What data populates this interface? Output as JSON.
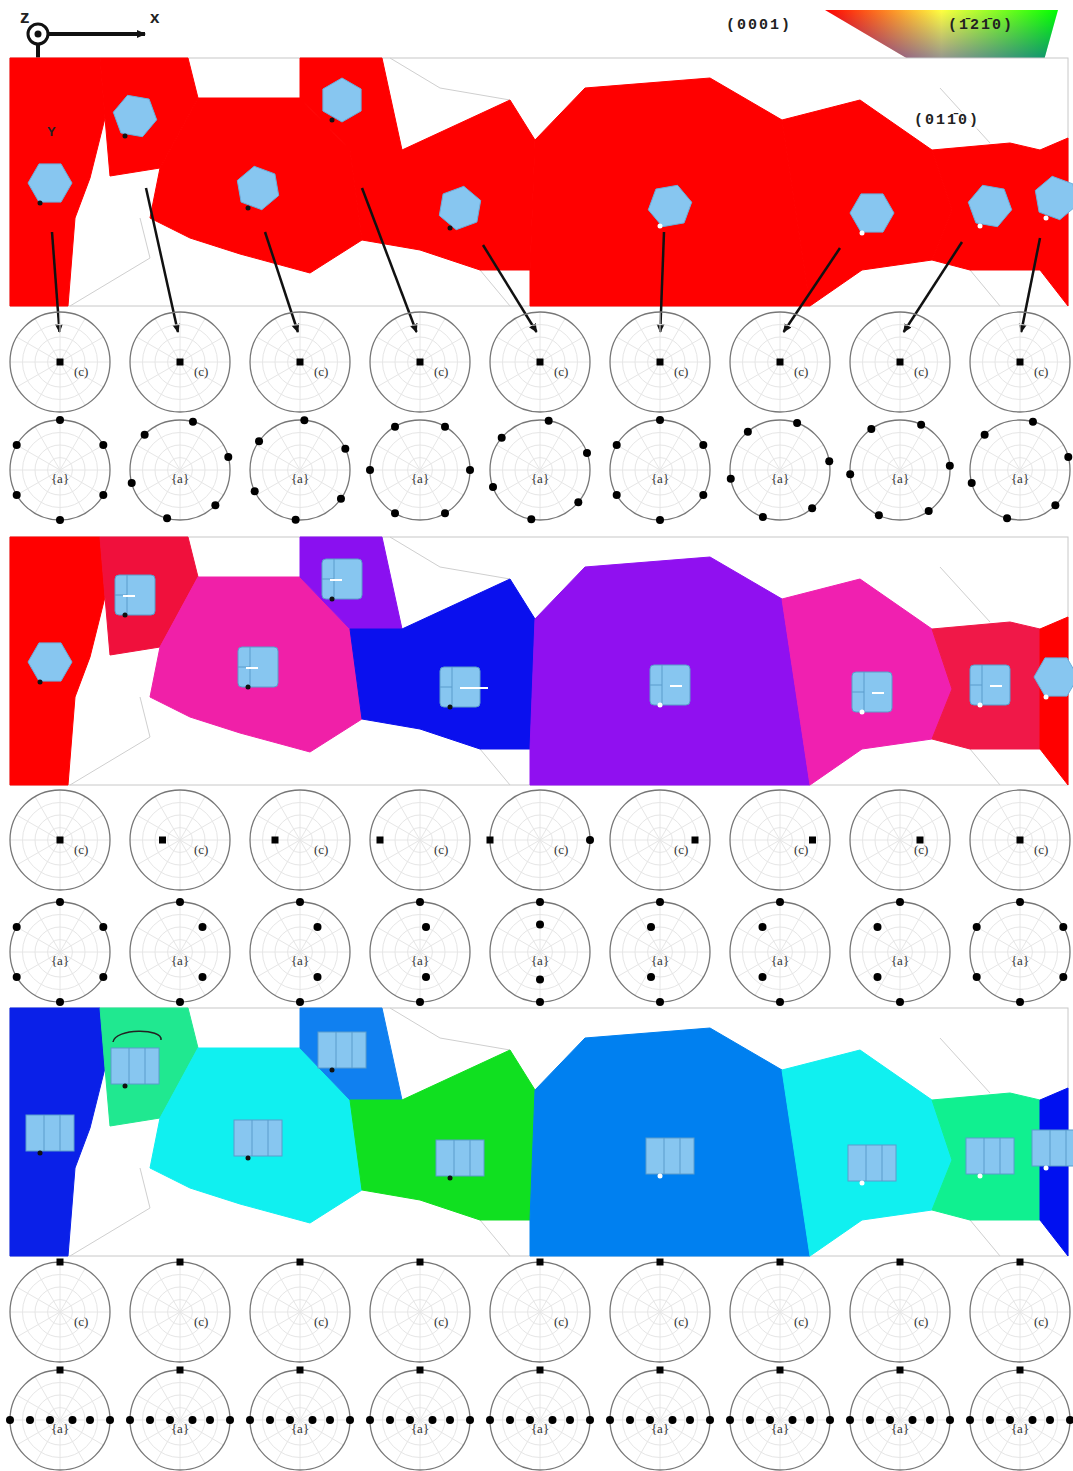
{
  "diagram": {
    "nodes": [
      {
        "text": [
          "(c)"
        ]
      },
      {
        "text": [
          "(c)"
        ]
      },
      {
        "text": [
          "(c)"
        ]
      },
      {
        "text": [
          "(c)"
        ]
      },
      {
        "text": [
          "(c)"
        ]
      },
      {
        "text": [
          "(c)"
        ]
      },
      {
        "text": [
          "(c)"
        ]
      },
      {
        "text": [
          "(c)"
        ]
      },
      {
        "text": [
          "(c)"
        ]
      },
      {
        "text": [
          "{a}"
        ]
      },
      {
        "text": [
          "{a}"
        ]
      },
      {
        "text": [
          "{a}"
        ]
      },
      {
        "text": [
          "{a}"
        ]
      },
      {
        "text": [
          "{a}"
        ]
      },
      {
        "text": [
          "{a}"
        ]
      },
      {
        "text": [
          "{a}"
        ]
      },
      {
        "text": [
          "{a}"
        ]
      },
      {
        "text": [
          "{a}"
        ]
      },
      {
        "text": [
          "(c)"
        ]
      },
      {
        "text": [
          "(c)"
        ]
      },
      {
        "text": [
          "(c)"
        ]
      },
      {
        "text": [
          "(c)"
        ]
      },
      {
        "text": [
          "(c)"
        ]
      },
      {
        "text": [
          "(c)"
        ]
      },
      {
        "text": [
          "(c)"
        ]
      },
      {
        "text": [
          "(c)"
        ]
      },
      {
        "text": [
          "(c)"
        ]
      },
      {
        "text": [
          "{a}"
        ]
      },
      {
        "text": [
          "{a}"
        ]
      },
      {
        "text": [
          "{a}"
        ]
      },
      {
        "text": [
          "{a}"
        ]
      },
      {
        "text": [
          "{a}"
        ]
      },
      {
        "text": [
          "{a}"
        ]
      },
      {
        "text": [
          "{a}"
        ]
      },
      {
        "text": [
          "{a}"
        ]
      },
      {
        "text": [
          "{a}"
        ]
      },
      {
        "text": [
          "(c)"
        ]
      },
      {
        "text": [
          "(c)"
        ]
      },
      {
        "text": [
          "(c)"
        ]
      },
      {
        "text": [
          "(c)"
        ]
      },
      {
        "text": [
          "(c)"
        ]
      },
      {
        "text": [
          "(c)"
        ]
      },
      {
        "text": [
          "(c)"
        ]
      },
      {
        "text": [
          "(c)"
        ]
      },
      {
        "text": [
          "(c)"
        ]
      },
      {
        "text": [
          "{a}"
        ]
      },
      {
        "text": [
          "{a}"
        ]
      },
      {
        "text": [
          "{a}"
        ]
      },
      {
        "text": [
          "{a}"
        ]
      },
      {
        "text": [
          "{a}"
        ]
      },
      {
        "text": [
          "{a}"
        ]
      },
      {
        "text": [
          "{a}"
        ]
      },
      {
        "text": [
          "{a}"
        ]
      },
      {
        "text": [
          "{a}"
        ]
      }
    ],
    "labels": [
      "z",
      "x",
      "Y",
      "(0001)",
      "(1̄21̄0)",
      "(011̄0)"
    ]
  }
}
